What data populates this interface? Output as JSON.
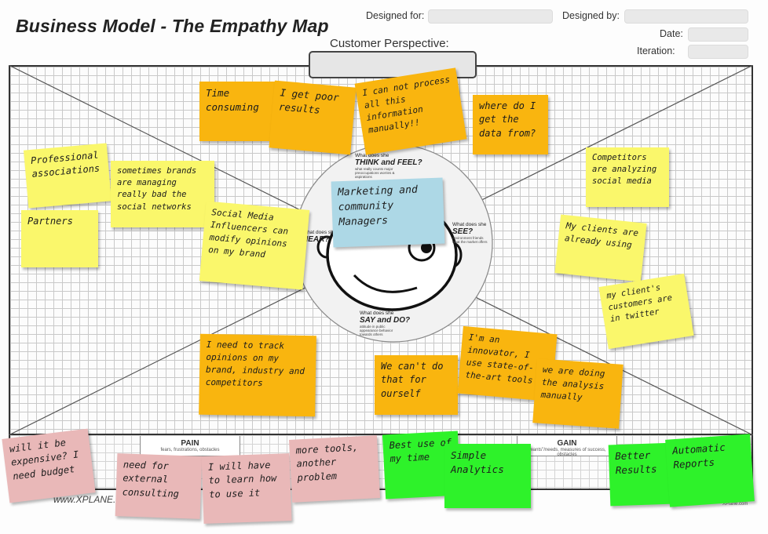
{
  "header": {
    "title": "Business Model - The Empathy Map",
    "designed_for_label": "Designed for:",
    "designed_by_label": "Designed by:",
    "date_label": "Date:",
    "iteration_label": "Iteration:",
    "customer_perspective_label": "Customer Perspective:"
  },
  "center": {
    "persona_note": "Marketing and community Managers",
    "think_q": "What does she",
    "think": "THINK and FEEL?",
    "think_sub": "what really counts major preoccupations worries & aspirations",
    "see_q": "What does she",
    "see": "SEE?",
    "see_sub": "environment friends what the market offers",
    "hear_q": "What does she",
    "hear": "HEAR?",
    "say_q": "What does she",
    "say": "SAY and DO?",
    "say_sub": "attitude in public appearance behavior towards others"
  },
  "bottom": {
    "pain_title": "PAIN",
    "pain_sub": "fears, frustrations, obstacles",
    "gain_title": "GAIN",
    "gain_sub": "\"wants\"/needs, measures of success, obstacles",
    "footer": "www.XPLANE.com",
    "footer_right": "XPlane.com"
  },
  "colors": {
    "orange": "#f9b50f",
    "yellow": "#faf76b",
    "pink": "#e9b8b8",
    "green": "#2ef22a",
    "blue": "#add8e6"
  },
  "notes": [
    {
      "id": "time-consuming",
      "text": "Time consuming",
      "color": "orange"
    },
    {
      "id": "poor-results",
      "text": "I get poor results",
      "color": "orange"
    },
    {
      "id": "cannot-process",
      "text": "I can not process all this information manually!!",
      "color": "orange"
    },
    {
      "id": "where-data",
      "text": "where do I get the data from?",
      "color": "orange"
    },
    {
      "id": "professional-associations",
      "text": "Professional associations",
      "color": "yellow"
    },
    {
      "id": "brands-managing",
      "text": "sometimes brands are managing really bad the social networks",
      "color": "yellow"
    },
    {
      "id": "partners",
      "text": "Partners",
      "color": "yellow"
    },
    {
      "id": "influencers",
      "text": "Social Media Influencers can modify opinions on my brand",
      "color": "yellow"
    },
    {
      "id": "competitors-analyzing",
      "text": "Competitors are analyzing social media",
      "color": "yellow"
    },
    {
      "id": "clients-using",
      "text": "My clients are already using",
      "color": "yellow"
    },
    {
      "id": "clients-customers",
      "text": "my client's customers are in twitter",
      "color": "yellow"
    },
    {
      "id": "need-track",
      "text": "I need to track opinions on my brand, industry and competitors",
      "color": "orange"
    },
    {
      "id": "cant-do",
      "text": "We can't do that for ourself",
      "color": "orange"
    },
    {
      "id": "innovator",
      "text": "I'm an innovator, I use state-of-the-art tools",
      "color": "orange"
    },
    {
      "id": "analysis-manually",
      "text": "we are doing the analysis manually",
      "color": "orange"
    },
    {
      "id": "expensive",
      "text": "will it be expensive? I need budget",
      "color": "pink"
    },
    {
      "id": "external-consulting",
      "text": "need for external consulting",
      "color": "pink"
    },
    {
      "id": "learn-use",
      "text": "I will have to learn how to use it",
      "color": "pink"
    },
    {
      "id": "more-tools",
      "text": "more tools, another problem",
      "color": "pink"
    },
    {
      "id": "best-use-time",
      "text": "Best use of my time",
      "color": "green"
    },
    {
      "id": "simple-analytics",
      "text": "Simple Analytics",
      "color": "green"
    },
    {
      "id": "better-results",
      "text": "Better Results",
      "color": "green"
    },
    {
      "id": "automatic-reports",
      "text": "Automatic Reports",
      "color": "green"
    }
  ]
}
